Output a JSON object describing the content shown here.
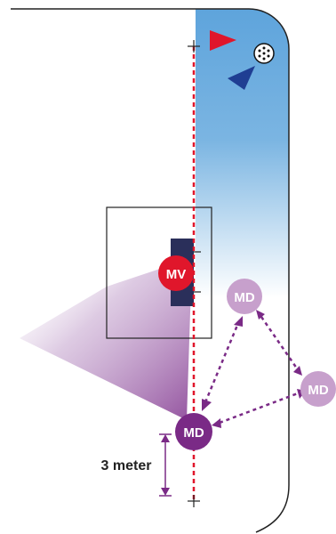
{
  "players": {
    "mv": {
      "label": "MV",
      "color": "#e0162b"
    },
    "md_main": {
      "label": "MD",
      "color": "#7a2a86"
    },
    "md_upper": {
      "label": "MD",
      "color": "#c7a0cc"
    },
    "md_right": {
      "label": "MD",
      "color": "#c7a0cc"
    }
  },
  "distance": {
    "label": "3 meter",
    "color": "#7a2a86"
  },
  "colors": {
    "zone_top": "#5ea4dc",
    "zone_fade": "#ffffff",
    "cone": "#8e4a9a",
    "offside_line": "#e0162b",
    "outline": "#222222",
    "red_triangle": "#e0162b",
    "blue_triangle": "#1f3e93",
    "box_fill": "#2a2f5a"
  },
  "icons": {
    "ball": "soccer-ball-icon",
    "red_marker": "red-triangle-marker-icon",
    "blue_marker": "blue-triangle-marker-icon"
  }
}
